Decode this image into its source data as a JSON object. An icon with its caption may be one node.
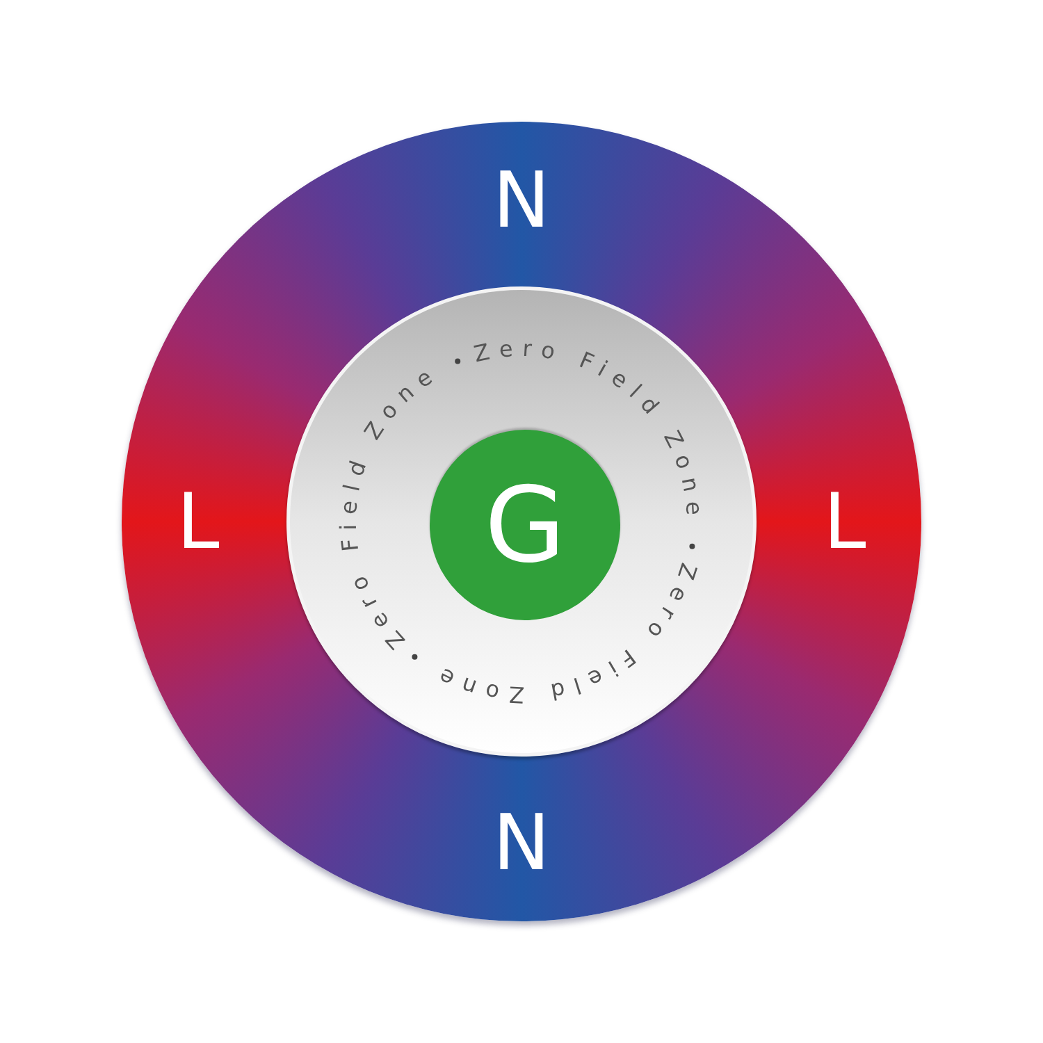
{
  "diagram": {
    "nodes": [
      {
        "text": [
          "N",
          "L",
          "L",
          "N"
        ]
      },
      {
        "text": [
          "Zero Field Zone",
          "Zero Field Zone",
          "Zero Field Zone"
        ],
        "in": 0
      },
      {
        "text": [
          "G"
        ],
        "in": 1
      }
    ],
    "edges": []
  }
}
